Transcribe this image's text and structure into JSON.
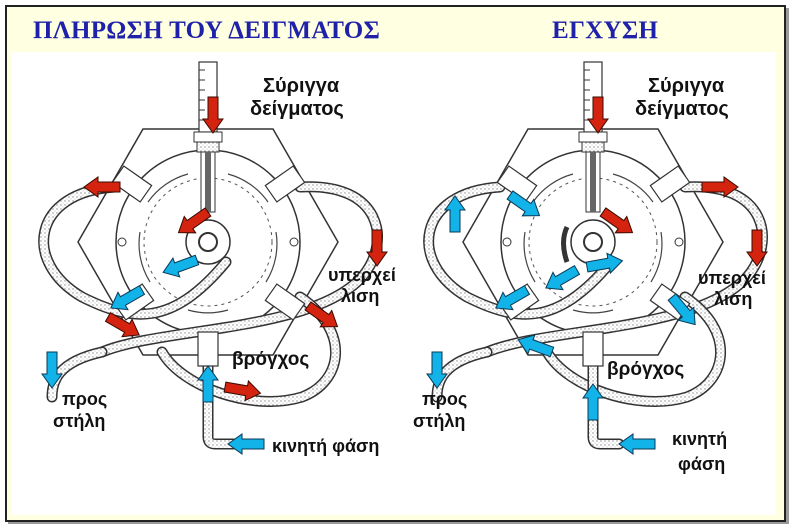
{
  "titles": {
    "left": "ΠΛΗΡΩΣΗ ΤΟΥ ΔΕΙΓΜΑΤΟΣ",
    "right": "ΕΓΧΥΣΗ"
  },
  "left_panel": {
    "syringe_line1": "Σύριγγα",
    "syringe_line2": "δείγματος",
    "overflow_line1": "υπερχεί",
    "overflow_line2": "λιση",
    "loop": "βρόγχος",
    "to_column_line1": "προς",
    "to_column_line2": "στήλη",
    "mobile_phase": "κινητή φάση"
  },
  "right_panel": {
    "syringe_line1": "Σύριγγα",
    "syringe_line2": "δείγματος",
    "overflow_line1": "υπερχεί",
    "overflow_line2": "λιση",
    "loop": "βρόγχος",
    "to_column_line1": "προς",
    "to_column_line2": "στήλη",
    "mobile_phase_line1": "κινητή",
    "mobile_phase_line2": "φάση"
  },
  "colors": {
    "title": "#1f22a8",
    "sample_flow_arrow": "#d42410",
    "mobile_phase_arrow": "#12b3e8",
    "frame_background": "#ffffe2"
  }
}
